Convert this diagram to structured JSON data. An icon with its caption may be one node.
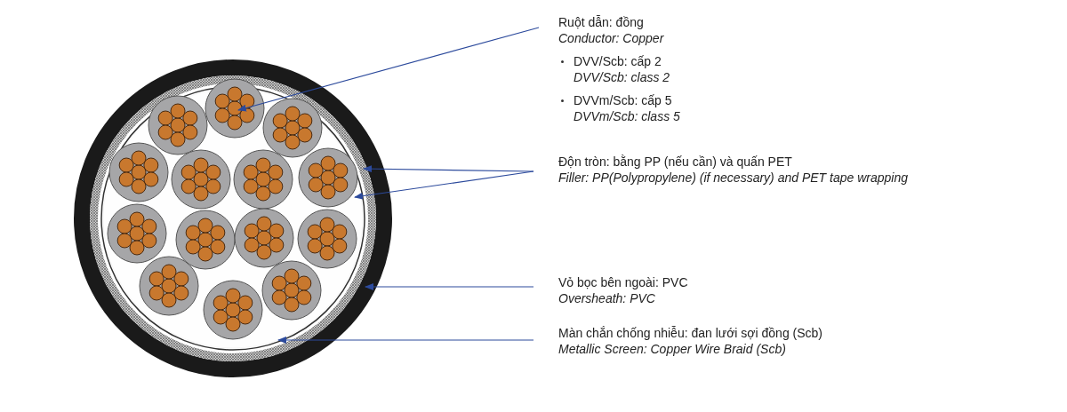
{
  "diagram": {
    "nodes": [
      {
        "text": [
          "Ruột dẫn: đồng",
          "Conductor: Copper",
          "DVV/Scb: cấp 2",
          "DVV/Scb: class 2",
          "DVVm/Scb: cấp 5",
          "DVVm/Scb: class 5"
        ]
      },
      {
        "text": [
          "Độn tròn: bằng PP (nếu cần) và quấn PET",
          "Filler: PP(Polypropylene) (if necessary) and PET tape wrapping"
        ]
      },
      {
        "text": [
          "Vỏ bọc bên ngoài: PVC",
          "Oversheath: PVC"
        ]
      },
      {
        "text": [
          "Màn chắn chống nhiễu: đan lưới sợi đồng (Scb)",
          "Metallic Screen: Copper Wire Braid (Scb)"
        ]
      },
      {
        "text": [],
        "shape": "circle",
        "in": 6
      },
      {
        "text": [],
        "shape": "circle",
        "in": 7
      },
      {
        "text": [],
        "shape": "circle",
        "in": 7
      },
      {
        "text": [],
        "shape": "circle"
      },
      {
        "text": [],
        "shape": "circle",
        "in": 7
      }
    ],
    "edges": [
      {
        "from": 0,
        "to": 4,
        "arrow": "to"
      },
      {
        "from": 1,
        "to": 5,
        "arrow": "to"
      },
      {
        "from": 1,
        "to": 6,
        "arrow": "to"
      },
      {
        "from": 2,
        "to": 7,
        "arrow": "to"
      },
      {
        "from": 3,
        "to": 8,
        "arrow": "to"
      }
    ]
  }
}
